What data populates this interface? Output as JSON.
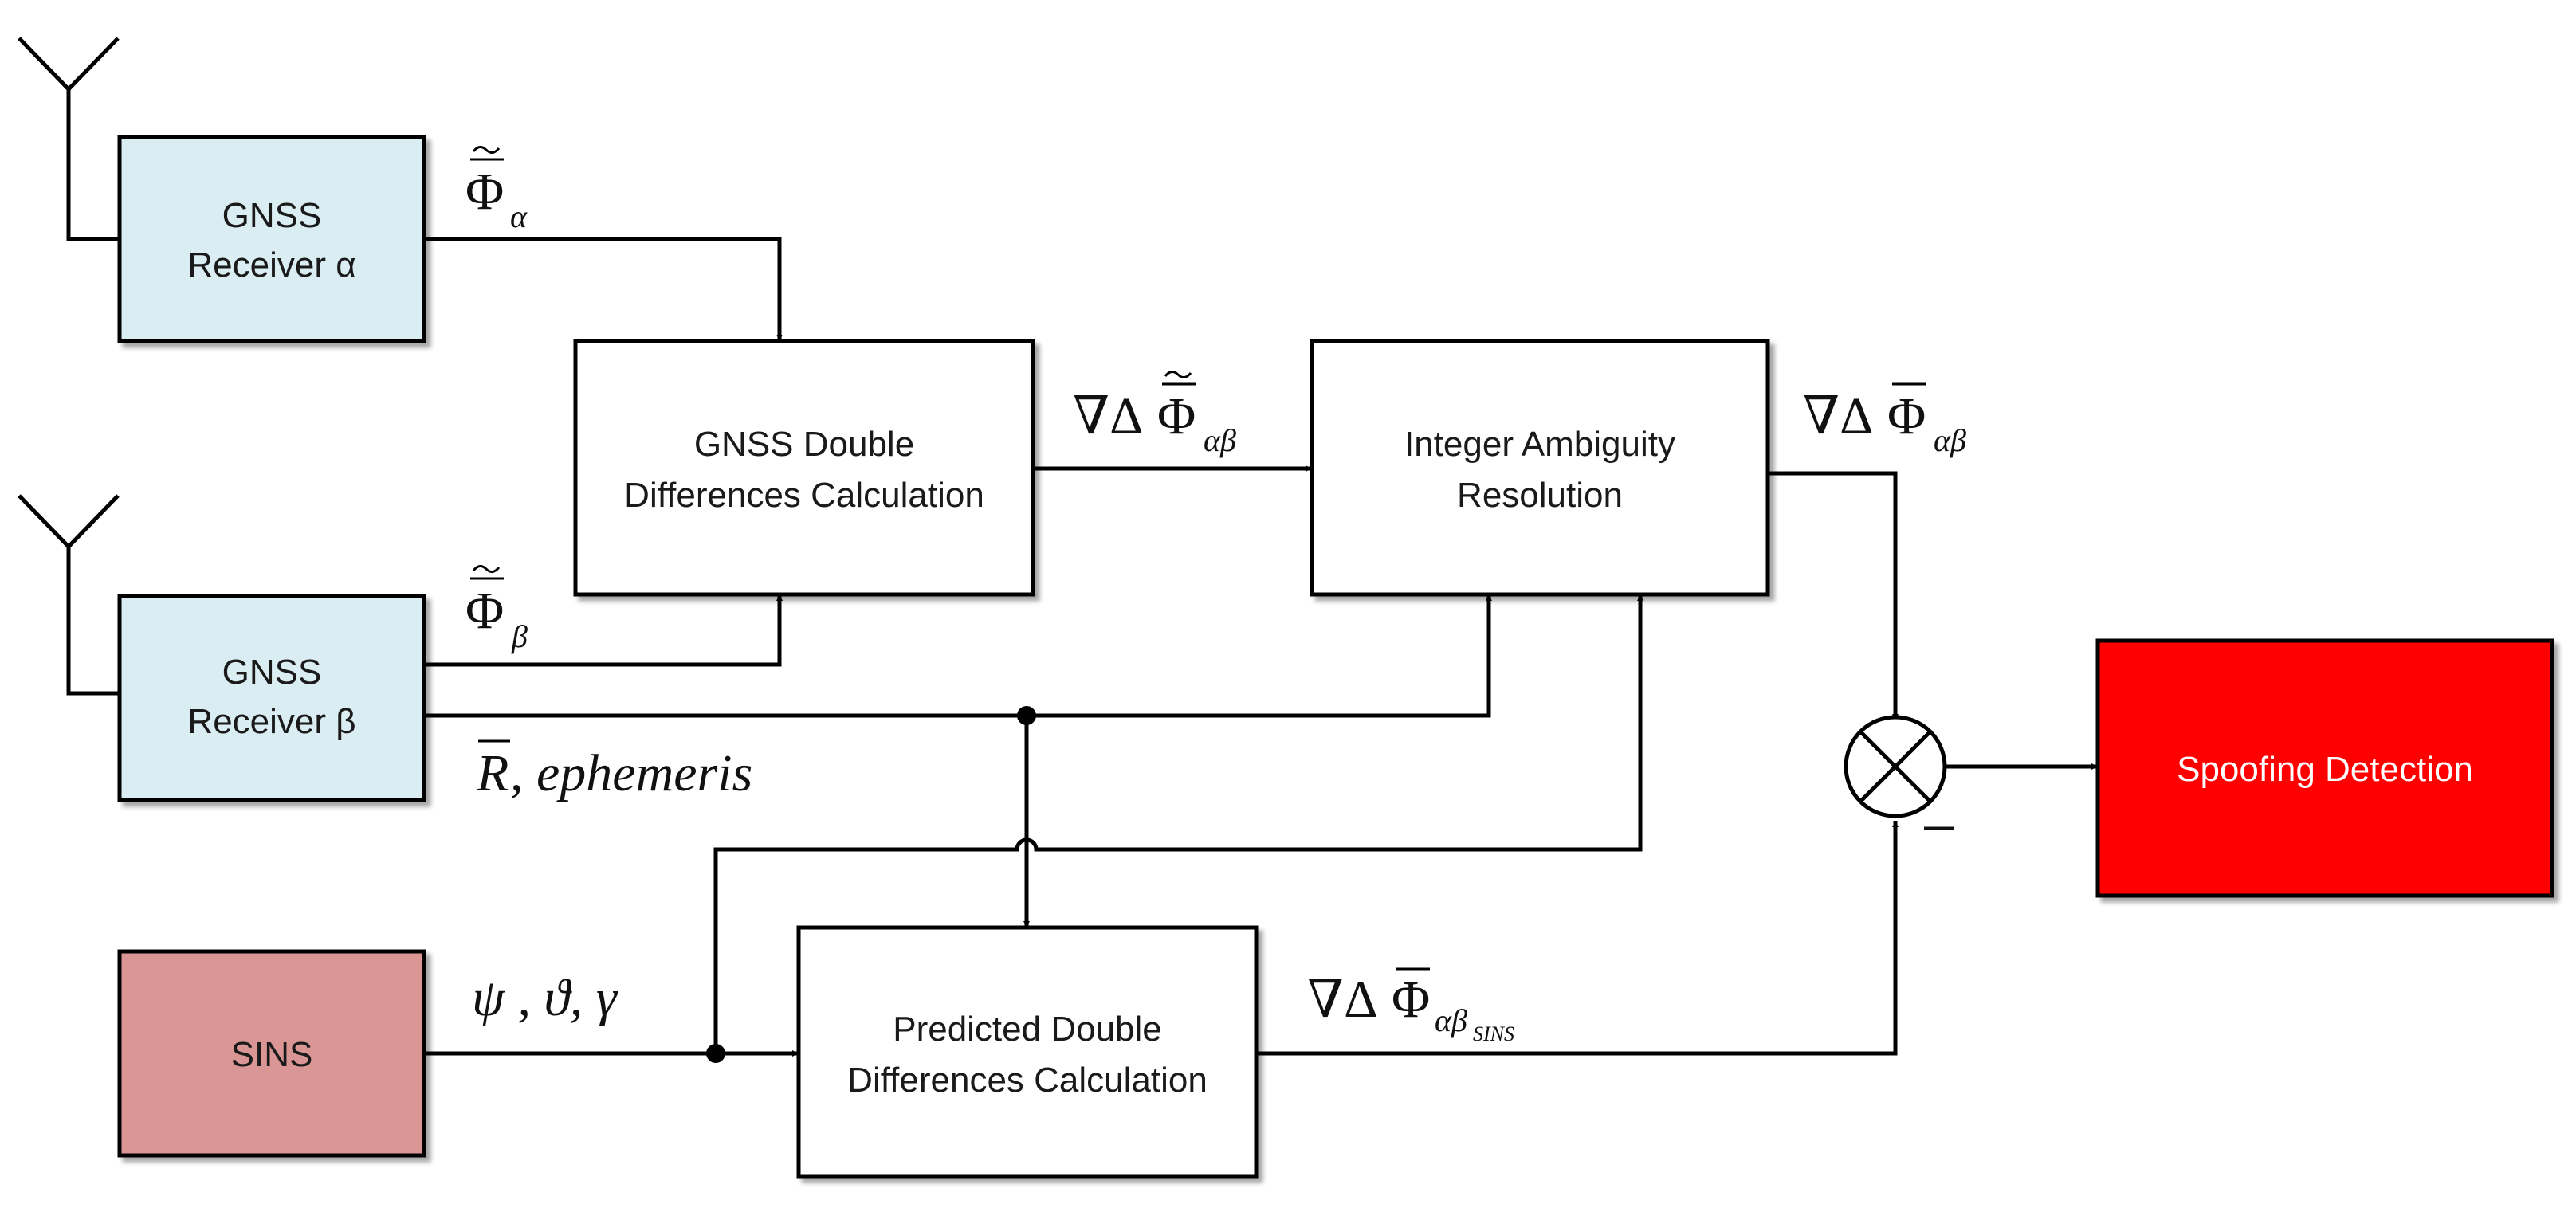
{
  "blocks": {
    "receiver_alpha": {
      "line1": "GNSS",
      "line2": "Receiver α"
    },
    "receiver_beta": {
      "line1": "GNSS",
      "line2": "Receiver β"
    },
    "sins": {
      "label": "SINS"
    },
    "gnss_dd": {
      "line1": "GNSS Double",
      "line2": "Differences Calculation"
    },
    "iar": {
      "line1": "Integer Ambiguity",
      "line2": "Resolution"
    },
    "predicted_dd": {
      "line1": "Predicted Double",
      "line2": "Differences Calculation"
    },
    "spoofing": {
      "label": "Spoofing Detection"
    }
  },
  "signals": {
    "phi_alpha": {
      "symbol": "Φ",
      "sub": "α"
    },
    "phi_beta": {
      "symbol": "Φ",
      "sub": "β"
    },
    "dd_float": {
      "prefix": "∇Δ",
      "symbol": "Φ",
      "sub": "αβ"
    },
    "dd_fixed": {
      "prefix": "∇Δ",
      "symbol": "Φ",
      "sub": "αβ"
    },
    "dd_sins": {
      "prefix": "∇Δ",
      "symbol": "Φ",
      "sub": "αβ",
      "subsub": "SINS"
    },
    "ephemeris": {
      "symbol": "R",
      "text": ", ephemeris"
    },
    "attitude": {
      "text": "ψ , ϑ, γ"
    },
    "minus_sign": "−"
  },
  "colors": {
    "receiver_fill": "#daedf3",
    "sins_fill": "#d99694",
    "spoofing_fill": "#ff0000",
    "plain_fill": "#ffffff",
    "line": "#000000"
  }
}
